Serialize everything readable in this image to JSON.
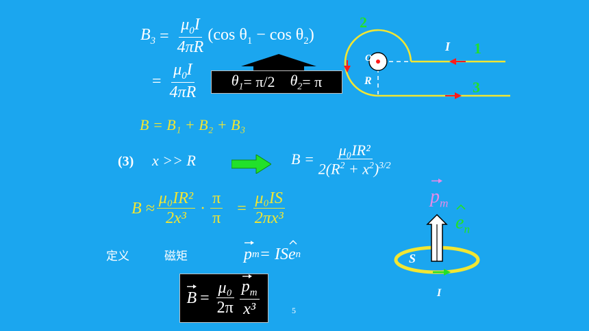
{
  "equations": {
    "b3_lhs": "B",
    "b3_sub": "3",
    "mu0": "μ",
    "mu0_sub": "0",
    "current_symbol": "I",
    "four_pi_r": "4πR",
    "cos_diff": "(cos θ",
    "cos_diff_sub1": "1",
    "cos_minus": " − cos θ",
    "cos_diff_sub2": "2",
    "cos_close": ")",
    "equals": "=",
    "theta1_label": "θ",
    "theta1_sub": "1",
    "theta1_value": " = π/2",
    "theta2_label": "θ",
    "theta2_sub": "2",
    "theta2_value": " = π",
    "sum_line": "B = B₁ + B₂ + B₃",
    "case3_label": "(3)",
    "case3_condition": "x >> R",
    "far_field_B": "B =",
    "far_field_num": "μ₀IR²",
    "far_field_den_start": "2(R",
    "far_field_den_sup1": "2",
    "far_field_den_mid": " + x",
    "far_field_den_sup2": "2",
    "far_field_den_end": ")",
    "far_field_den_sup3": "3/2",
    "approx_B": "B ≈",
    "approx_num": "μ₀IR²",
    "approx_den": "2x³",
    "approx_dot": "·",
    "approx_pi_num": "π",
    "approx_pi_den": "π",
    "approx_eq": "=",
    "approx_is_num": "μ₀IS",
    "approx_is_den": "2πx³",
    "definition_label": "定义",
    "moment_label": "磁矩",
    "pm_def": "p",
    "pm_def_sub": "m",
    "pm_def_rhs": " = IS",
    "en_e": "e",
    "en_sub": "n",
    "final_B": "B",
    "final_eq": "=",
    "final_mu": "μ₀",
    "final_2pi": "2π",
    "final_pm": "p",
    "final_pm_sub": "m",
    "final_x3": "x³"
  },
  "diagram": {
    "label_2": "2",
    "label_1": "1",
    "label_3": "3",
    "label_I": "I",
    "label_R": "R",
    "label_O": "O"
  },
  "moment_diagram": {
    "pm_label": "p",
    "pm_sub": "m",
    "en_label": "e",
    "en_sub": "n",
    "S_label": "S",
    "I_label": "I"
  },
  "page_number": "5",
  "colors": {
    "background": "#1ba6ef",
    "yellow": "#f2e632",
    "green": "#22e02a",
    "red": "#ff1a1a",
    "pink": "#e58ae8"
  }
}
